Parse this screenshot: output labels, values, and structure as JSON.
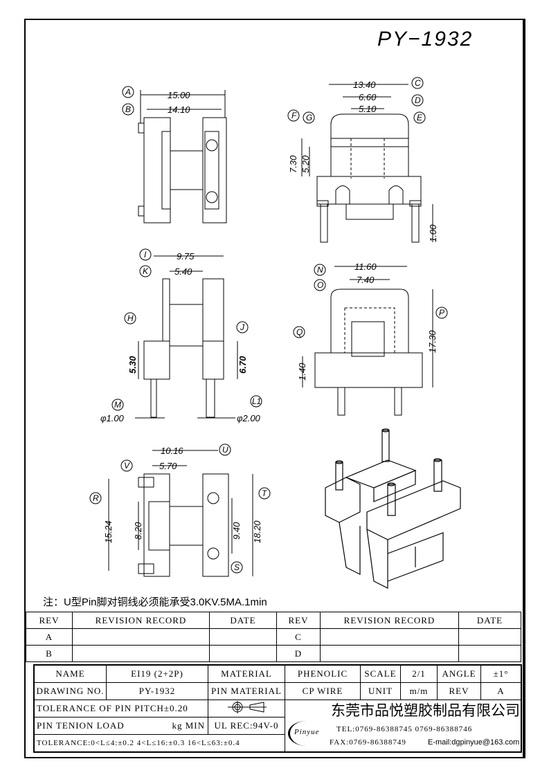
{
  "title": "PY−1932",
  "views": {
    "top_left": {
      "labels": [
        "A",
        "B"
      ],
      "dims": [
        "15.00",
        "14.10"
      ]
    },
    "top_right": {
      "labels": [
        "C",
        "D",
        "E",
        "F",
        "G"
      ],
      "dims": [
        "13.40",
        "6.60",
        "5.10",
        "7.30",
        "5.20",
        "1.00"
      ]
    },
    "mid_left": {
      "labels": [
        "I",
        "K",
        "H",
        "J",
        "M",
        "L1"
      ],
      "dims": [
        "9.75",
        "5.40",
        "5.30",
        "6.70",
        "φ1.00",
        "φ2.00"
      ]
    },
    "mid_right": {
      "labels": [
        "N",
        "O",
        "P",
        "Q"
      ],
      "dims": [
        "11.60",
        "7.40",
        "1.40",
        "17.30"
      ]
    },
    "bottom_left": {
      "labels": [
        "U",
        "V",
        "R",
        "T",
        "S"
      ],
      "dims": [
        "10.16",
        "5.70",
        "15.24",
        "8.20",
        "9.40",
        "18.20"
      ]
    }
  },
  "note": "注：U型Pin脚对铜线必须能承受3.0KV.5MA.1min",
  "revision_table": {
    "headers": [
      "REV",
      "REVISION RECORD",
      "DATE",
      "REV",
      "REVISION RECORD",
      "DATE"
    ],
    "rows": [
      [
        "A",
        "",
        "",
        "C",
        "",
        ""
      ],
      [
        "B",
        "",
        "",
        "D",
        "",
        ""
      ]
    ]
  },
  "title_block": {
    "name_label": "NAME",
    "name": "EI19 (2+2P)",
    "material_label": "MATERIAL",
    "material": "PHENOLIC",
    "scale_label": "SCALE",
    "scale": "2/1",
    "angle_label": "ANGLE",
    "angle": "±1°",
    "drawing_no_label": "DRAWING NO.",
    "drawing_no": "PY-1932",
    "pin_material_label": "PIN MATERIAL",
    "pin_material": "CP WIRE",
    "unit_label": "UNIT",
    "unit": "m/m",
    "rev_label": "REV",
    "rev": "A",
    "pin_pitch_tol": "TOLERANCE OF PIN PITCH±0.20",
    "pin_load_label": "PIN TENION LOAD",
    "pin_load_unit": "kg MIN",
    "ul": "UL REC:94V-0",
    "tolerance": "TOLERANCE:0<L≤4:±0.2  4<L≤16:±0.3  16<L≤63:±0.4",
    "logo": "Pinyue",
    "company": "东莞市品悦塑胶制品有限公司",
    "tel": "TEL:0769-86388745    0769-86388746",
    "fax": "FAX:0769-86388749",
    "email": "E-mail:dgpinyue@163.com"
  }
}
